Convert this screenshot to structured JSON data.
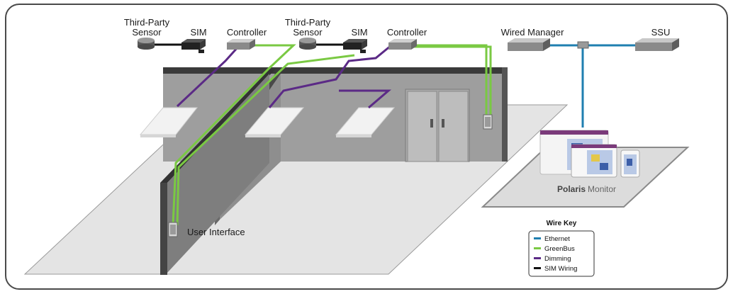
{
  "devices": {
    "sensor_1": "Third-Party\nSensor",
    "sim_1": "SIM",
    "controller_1": "Controller",
    "sensor_2": "Third-Party\nSensor",
    "sim_2": "SIM",
    "controller_2": "Controller",
    "wired_manager": "Wired Manager",
    "ssu": "SSU"
  },
  "user_interface": "User Interface",
  "monitor": {
    "brand_bold": "Polaris",
    "brand_regular": "Monitor"
  },
  "wire_key": {
    "title": "Wire Key",
    "items": [
      {
        "label": "Ethernet",
        "color": "#1f7fb0"
      },
      {
        "label": "GreenBus",
        "color": "#7ac943"
      },
      {
        "label": "Dimming",
        "color": "#5b2a86"
      },
      {
        "label": "SIM Wiring",
        "color": "#111111"
      }
    ]
  }
}
